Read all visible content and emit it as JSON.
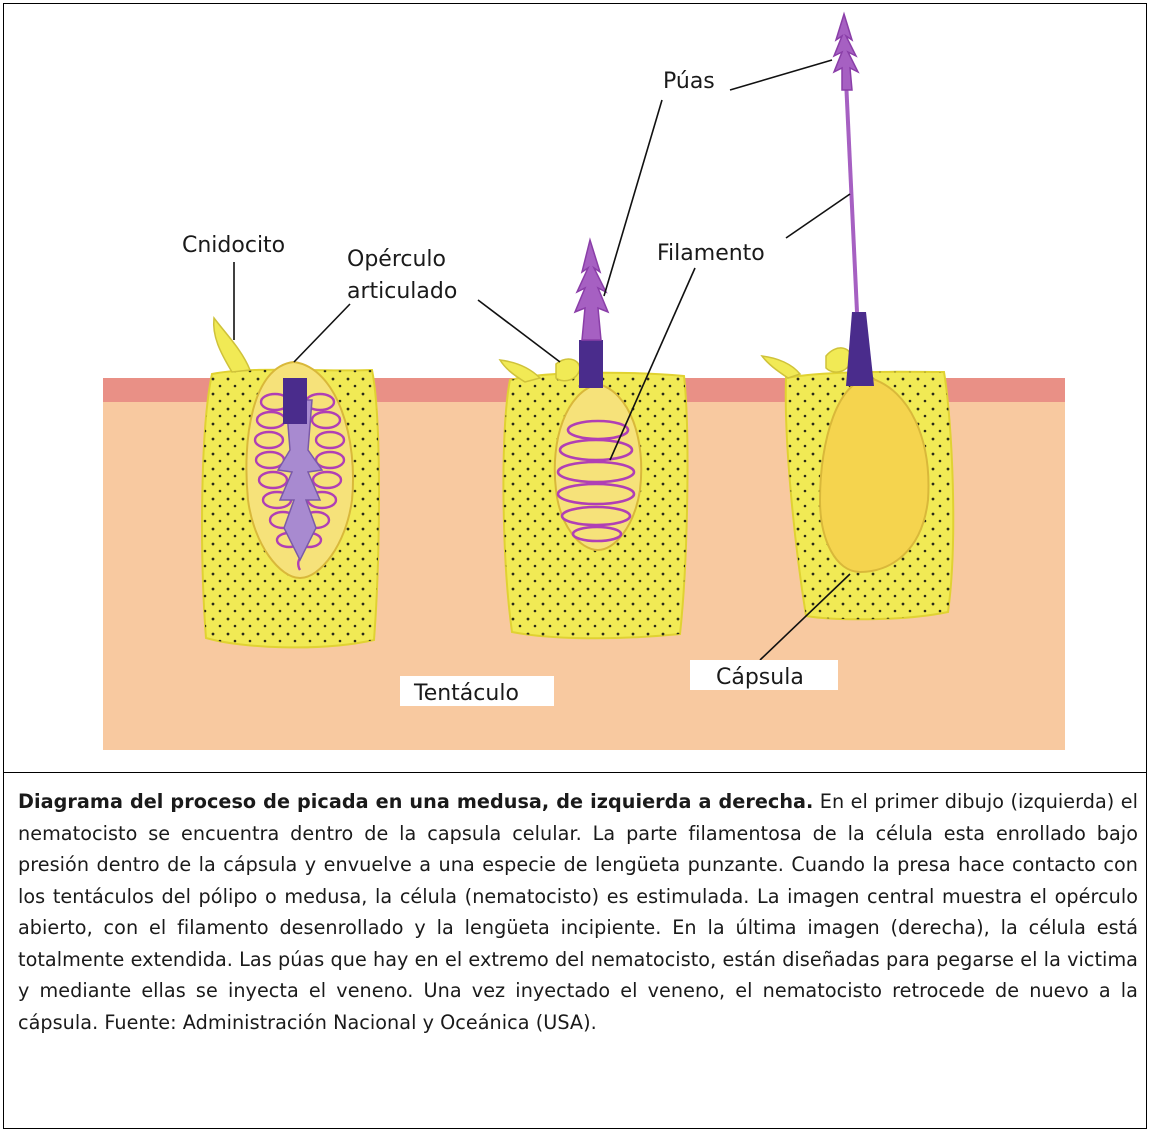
{
  "labels": {
    "cnidocito": "Cnidocito",
    "operculo_1": "Opérculo",
    "operculo_2": "articulado",
    "puas": "Púas",
    "filamento": "Filamento",
    "capsula": "Cápsula",
    "tentaculo": "Tentáculo"
  },
  "caption": {
    "bold": "Diagrama del proceso de picada en una medusa, de izquierda a derecha.",
    "text": " En el primer dibujo (izquierda) el nematocisto se encuentra dentro de la capsula celular. La parte filamentosa de la célula esta enrollado bajo presión dentro de la cápsula y envuelve a una especie de lengüeta punzante. Cuando la presa hace contacto con los tentáculos del pólipo o medusa, la célula (nematocisto) es estimulada. La imagen central muestra el opérculo abierto, con el filamento desenrollado y la lengüeta incipiente. En la  última imagen (derecha), la célula está totalmente extendida. Las púas que hay en el extremo del nematocisto, están diseñadas para pegarse el la victima y mediante ellas se inyecta el veneno. Una vez inyectado el veneno, el nematocisto retrocede de nuevo a la cápsula. Fuente: Administración Nacional y Oceánica (USA)."
  },
  "colors": {
    "tissue": "#f8c9a0",
    "skin_band": "#e99086",
    "cell_yellow": "#f1ea55",
    "capsule_yellow": "#f6e27a",
    "operculum": "#4a2c8c",
    "filament": "#b03fb5",
    "spike": "#a660c2",
    "label_box": "#ffffff"
  }
}
